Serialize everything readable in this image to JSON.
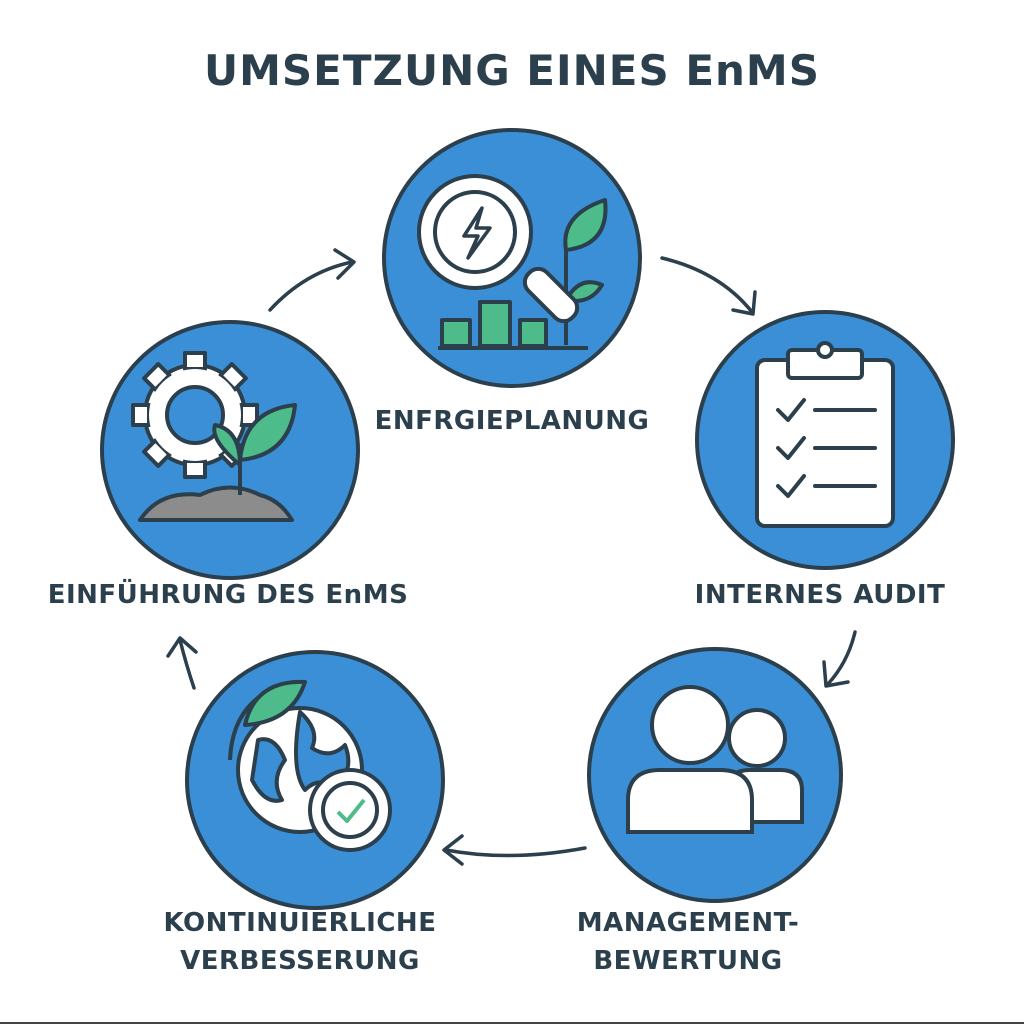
{
  "title": "UMSETZUNG EINES EnMS",
  "colors": {
    "circle": "#3a8fd6",
    "outline": "#2b3f4c",
    "green": "#4dbb8a",
    "gray": "#8c8c8c",
    "text": "#2b3f4c"
  },
  "steps": [
    {
      "label": "ENFRGIEPLANUNG",
      "icon": "magnifier-energy-plant-icon"
    },
    {
      "label": "INTERNES AUDIT",
      "icon": "clipboard-checklist-icon"
    },
    {
      "label_line1": "MANAGEMENT-",
      "label_line2": "BEWERTUNG",
      "icon": "people-icon"
    },
    {
      "label_line1": "KONTINUIERLICHE",
      "label_line2": "VERBESSERUNG",
      "icon": "globe-leaf-check-icon"
    },
    {
      "label": "EINFÜHRUNG DES EnMS",
      "icon": "gear-sprout-icon"
    }
  ]
}
